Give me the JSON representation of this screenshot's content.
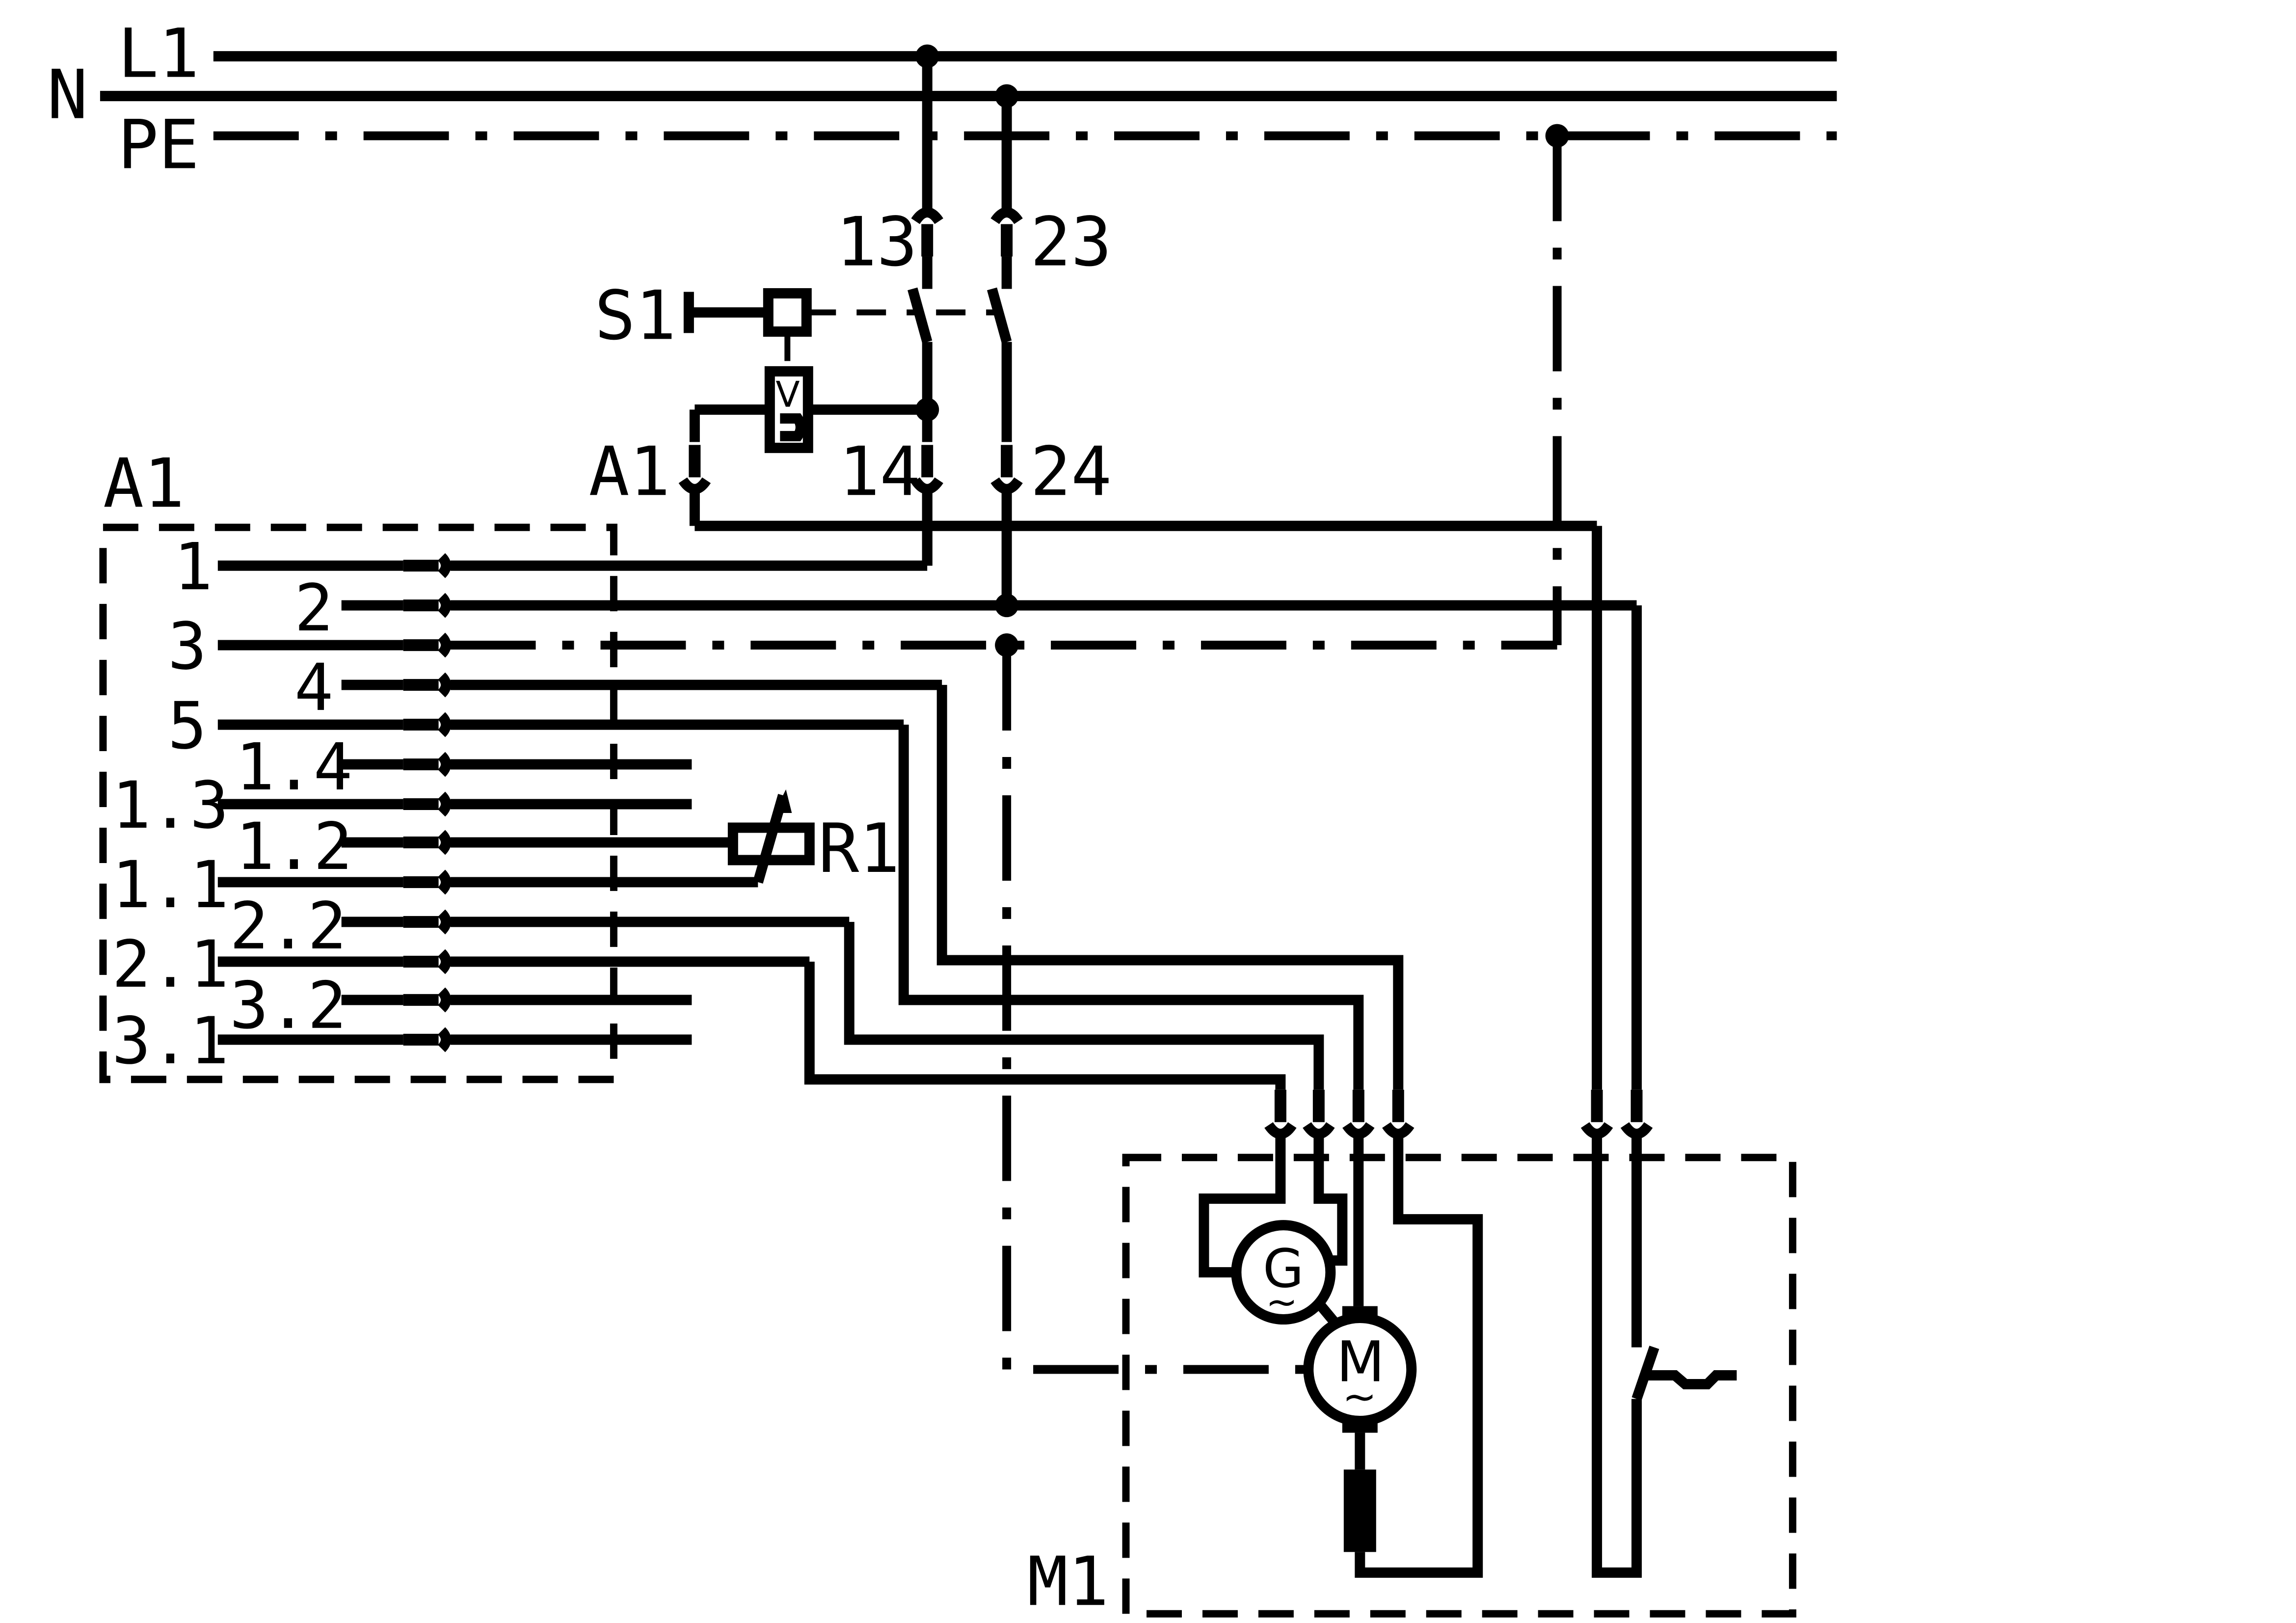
{
  "bus": {
    "n": "N",
    "l1": "L1",
    "pe": "PE"
  },
  "labels": {
    "s1": "S1",
    "a1_device": "A1",
    "a1_coil": "A1",
    "r1": "R1",
    "m1": "M1",
    "contact_13": "13",
    "contact_23": "23",
    "contact_14": "14",
    "contact_24": "24"
  },
  "terminals_a1": [
    "1",
    "2",
    "3",
    "4",
    "5",
    "1.4",
    "1.3",
    "1.2",
    "1.1",
    "2.2",
    "2.1",
    "3.2",
    "3.1"
  ],
  "symbols": {
    "generator": "G",
    "motor": "M",
    "ac": "~",
    "delay_relay": "V"
  }
}
